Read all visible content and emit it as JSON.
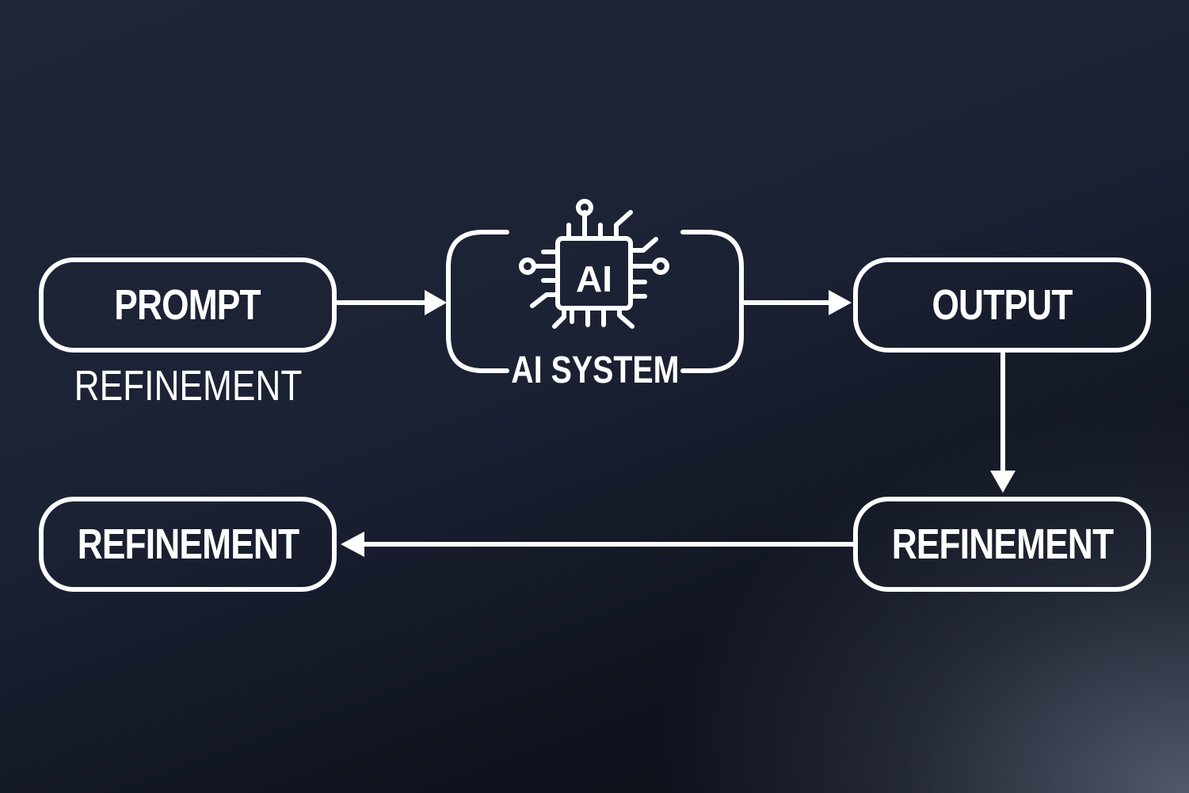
{
  "nodes": {
    "prompt": "PROMPT",
    "prompt_subtitle": "REFINEMENT",
    "ai_chip": "AI",
    "ai_system": "AI SYSTEM",
    "output": "OUTPUT",
    "refinement_right": "REFINEMENT",
    "refinement_left": "REFINEMENT"
  },
  "colors": {
    "stroke": "#ffffff",
    "background_dark": "#0a0c12",
    "background_mid": "#1e2638",
    "background_light": "#4a5064"
  },
  "icons": [
    "ai-chip-icon"
  ]
}
